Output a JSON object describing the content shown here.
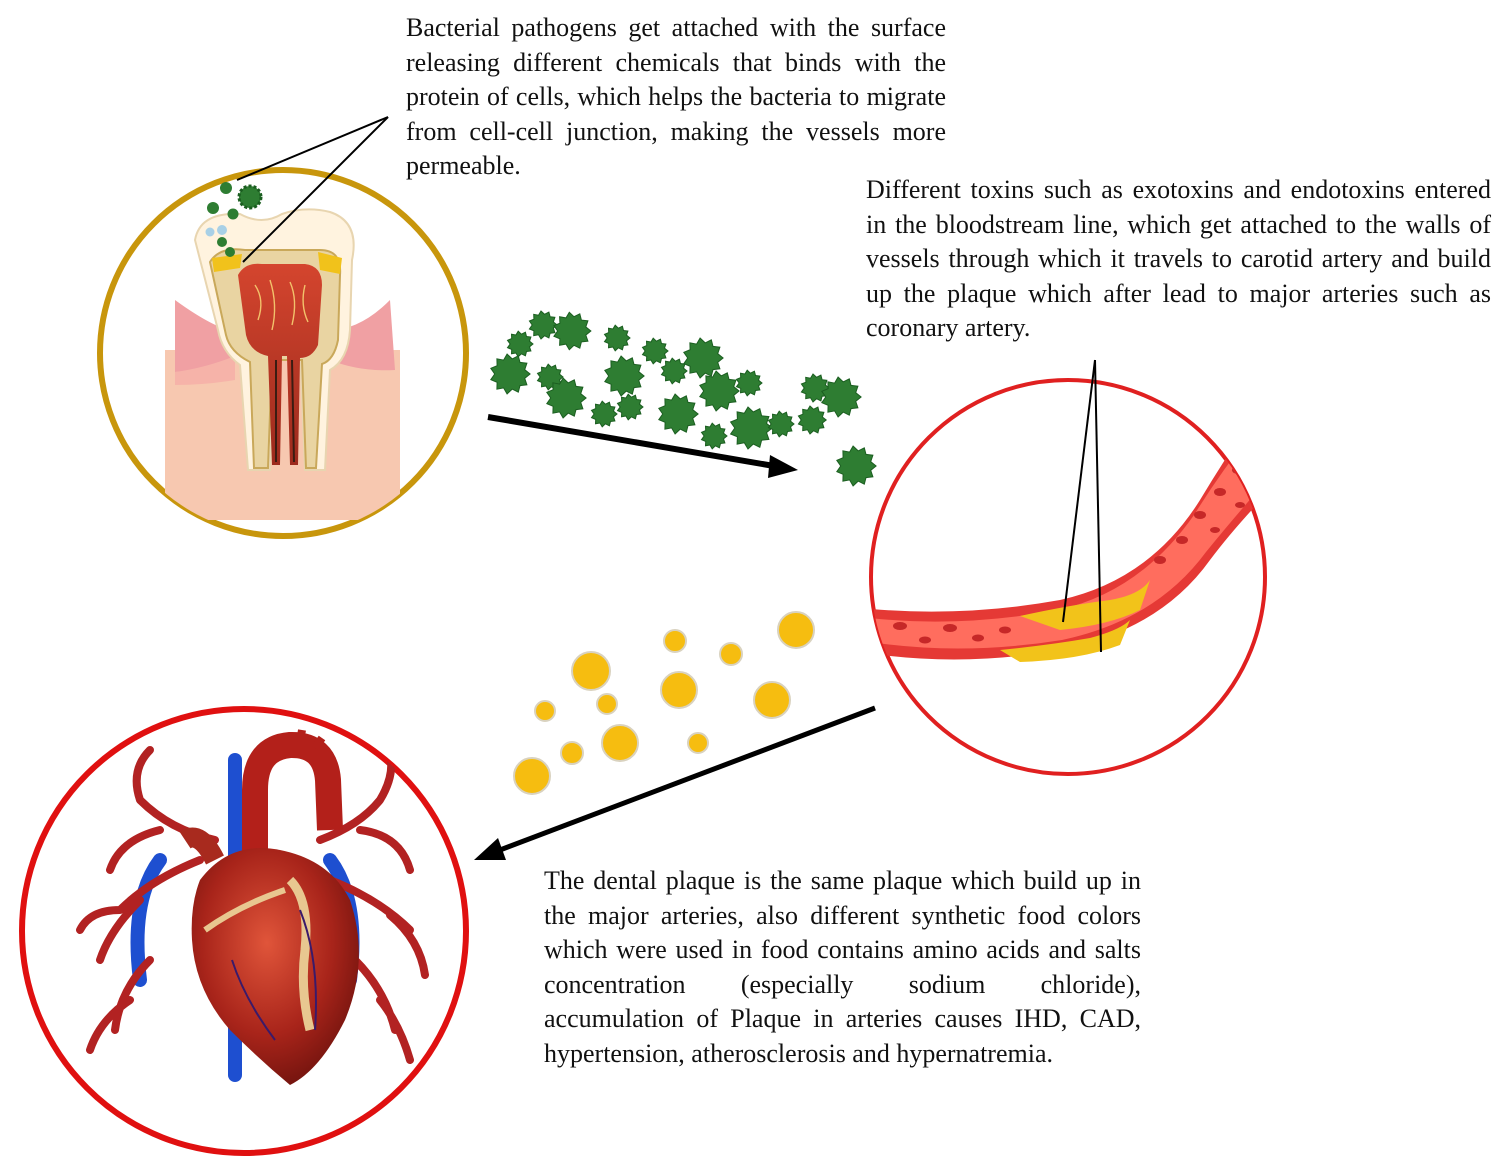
{
  "captions": {
    "bacteria": "Bacterial pathogens get attached with the surface releasing different chemicals that binds with the protein of cells, which helps the bacteria to migrate from cell-cell junction, making the vessels more permeable.",
    "toxins": "Different toxins such as exotoxins and endotoxins entered in the bloodstream line, which get attached to the walls of vessels through which it travels to carotid artery and build up the plaque which after lead to major arteries such as coronary artery.",
    "plaque": "The dental plaque is the same plaque which build up in the major arteries, also different synthetic food colors which were used in food contains amino acids and salts concentration (especially sodium chloride), accumulation of Plaque in arteries causes IHD, CAD, hypertension, atherosclerosis and hypernatremia."
  },
  "colors": {
    "tooth_ring": "#c8960c",
    "artery_ring": "#e02020",
    "heart_ring": "#e01010",
    "bacteria": "#2e7d32",
    "bacteria_dark": "#1b5e20",
    "plaque_particles": "#f6bd10",
    "blood": "#e53935",
    "plaque_deposit": "#f2c31a"
  },
  "icons": [
    "tooth-icon",
    "bacteria-cluster-icon",
    "artery-icon",
    "fat-particles-icon",
    "heart-icon"
  ]
}
